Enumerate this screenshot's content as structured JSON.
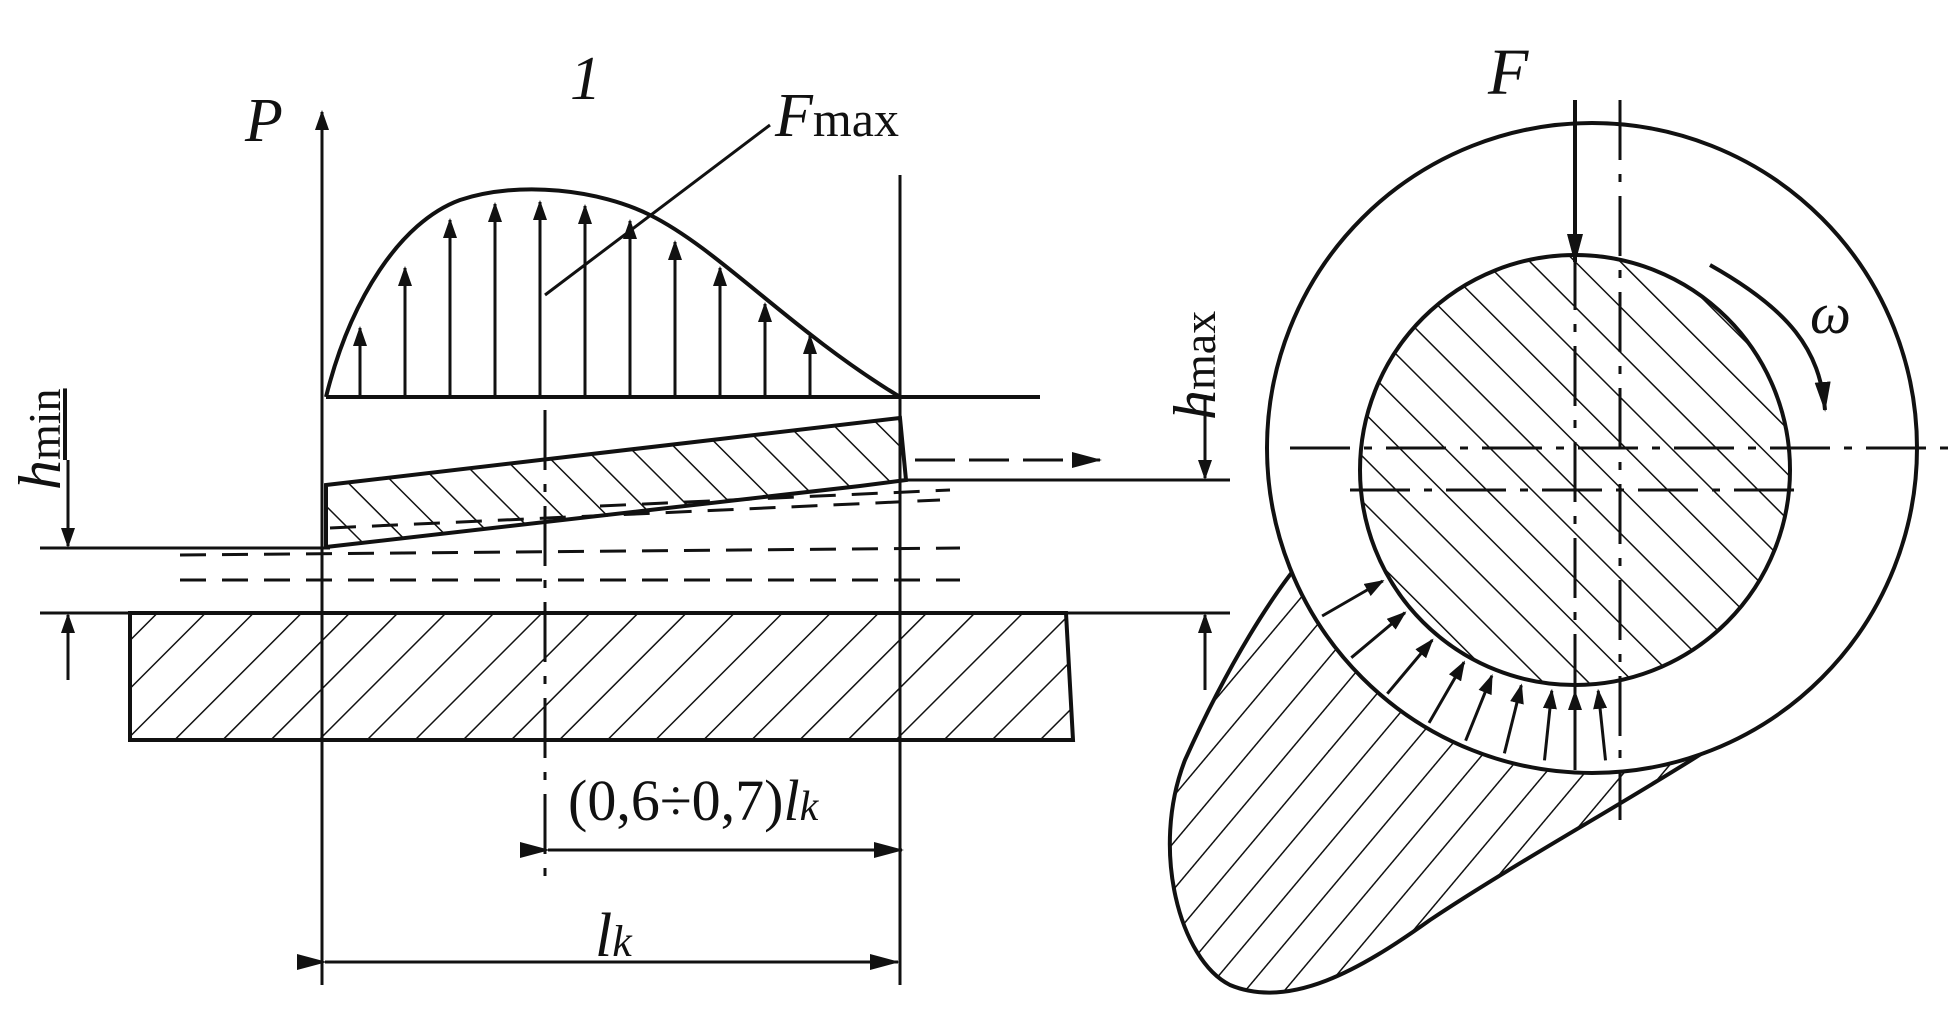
{
  "labels": {
    "p": "P",
    "one": "1",
    "fmax_base": "F",
    "fmax_sub": "max",
    "h": "h",
    "hmin_sub": "min",
    "hmax_sub": "max",
    "partial_coeff": "(0,6÷0,7)",
    "l": "l",
    "k": "k",
    "f": "F",
    "omega": "ω"
  }
}
